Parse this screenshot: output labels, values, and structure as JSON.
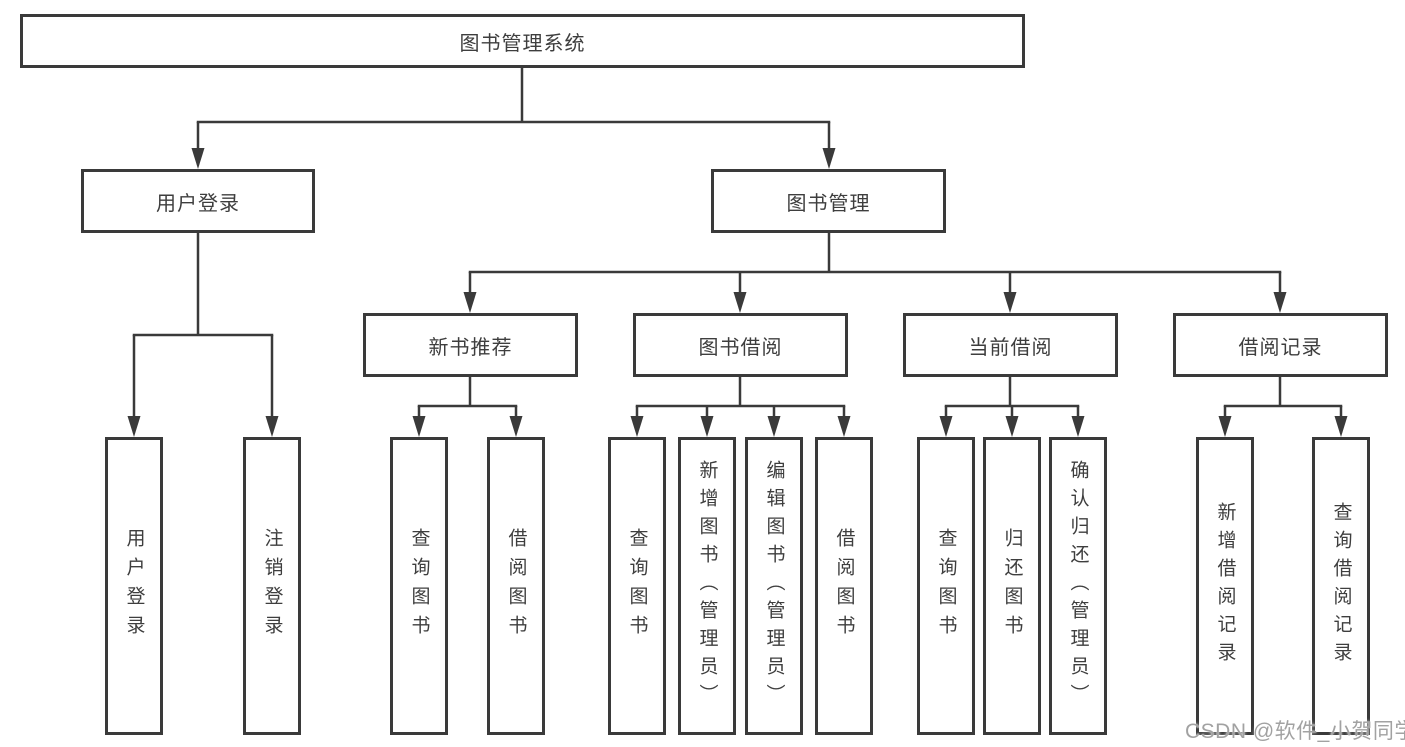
{
  "tree": {
    "label": "图书管理系统",
    "children": [
      {
        "label": "用户登录",
        "children": [
          {
            "label": "用户登录"
          },
          {
            "label": "注销登录"
          }
        ]
      },
      {
        "label": "图书管理",
        "children": [
          {
            "label": "新书推荐",
            "children": [
              {
                "label": "查询图书"
              },
              {
                "label": "借阅图书"
              }
            ]
          },
          {
            "label": "图书借阅",
            "children": [
              {
                "label": "查询图书"
              },
              {
                "label": "新增图书（管理员）"
              },
              {
                "label": "编辑图书（管理员）"
              },
              {
                "label": "借阅图书"
              }
            ]
          },
          {
            "label": "当前借阅",
            "children": [
              {
                "label": "查询图书"
              },
              {
                "label": "归还图书"
              },
              {
                "label": "确认归还（管理员）"
              }
            ]
          },
          {
            "label": "借阅记录",
            "children": [
              {
                "label": "新增借阅记录"
              },
              {
                "label": "查询借阅记录"
              }
            ]
          }
        ]
      }
    ]
  },
  "watermark": {
    "text": "CSDN @软件_小贺同学"
  },
  "colors": {
    "line": "#3a3a3a",
    "text": "#3e3e3e",
    "watermark": "#a2a2a2",
    "background": "#ffffff"
  }
}
